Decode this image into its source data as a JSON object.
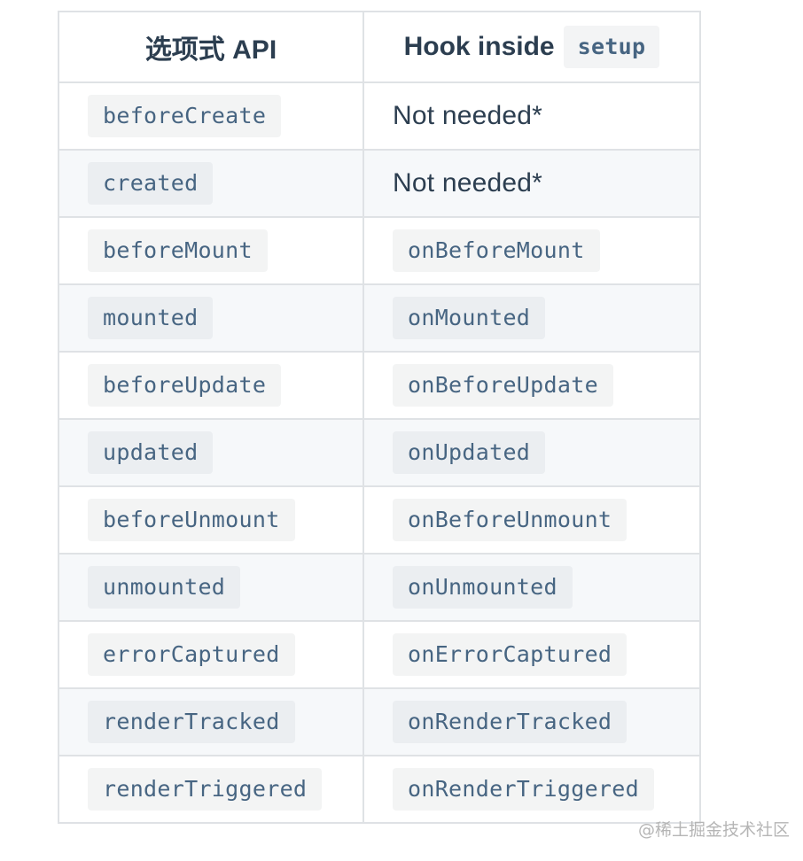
{
  "table": {
    "header": {
      "col1": "选项式 API",
      "col2_text": "Hook inside",
      "col2_code": "setup"
    },
    "rows": [
      {
        "options": "beforeCreate",
        "hook": "Not needed*",
        "hook_is_code": false
      },
      {
        "options": "created",
        "hook": "Not needed*",
        "hook_is_code": false
      },
      {
        "options": "beforeMount",
        "hook": "onBeforeMount",
        "hook_is_code": true
      },
      {
        "options": "mounted",
        "hook": "onMounted",
        "hook_is_code": true
      },
      {
        "options": "beforeUpdate",
        "hook": "onBeforeUpdate",
        "hook_is_code": true
      },
      {
        "options": "updated",
        "hook": "onUpdated",
        "hook_is_code": true
      },
      {
        "options": "beforeUnmount",
        "hook": "onBeforeUnmount",
        "hook_is_code": true
      },
      {
        "options": "unmounted",
        "hook": "onUnmounted",
        "hook_is_code": true
      },
      {
        "options": "errorCaptured",
        "hook": "onErrorCaptured",
        "hook_is_code": true
      },
      {
        "options": "renderTracked",
        "hook": "onRenderTracked",
        "hook_is_code": true
      },
      {
        "options": "renderTriggered",
        "hook": "onRenderTriggered",
        "hook_is_code": true
      }
    ]
  },
  "watermark": "@稀土掘金技术社区",
  "colors": {
    "text": "#2c3e50",
    "code_text": "#476582",
    "border": "#dfe2e5",
    "stripe": "#f6f8fa"
  }
}
